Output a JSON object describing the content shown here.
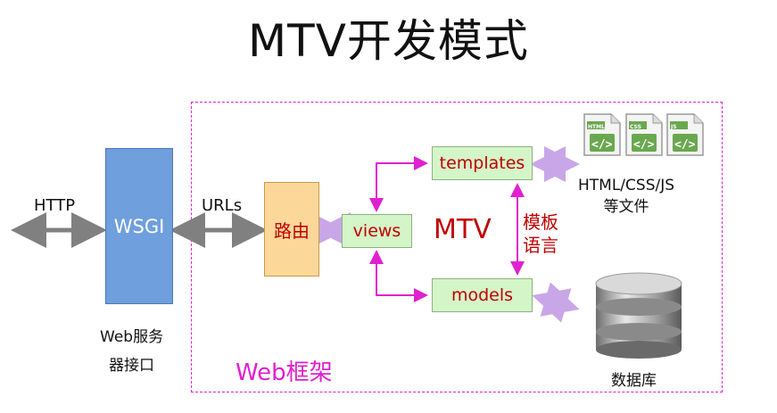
{
  "title": "MTV开发模式",
  "framework_label": "Web框架",
  "nodes": {
    "wsgi": "WSGI",
    "router": "路由",
    "views": "views",
    "templates": "templates",
    "models": "models"
  },
  "labels": {
    "http": "HTTP",
    "urls": "URLs",
    "mtv": "MTV",
    "template_language_line1": "模板",
    "template_language_line2": "语言",
    "web_server_line1": "Web服务",
    "web_server_line2": "器接口",
    "static_files_line1": "HTML/CSS/JS",
    "static_files_line2": "等文件",
    "database": "数据库"
  },
  "file_icons": [
    "HTML",
    "CSS",
    "JS"
  ],
  "icons": {
    "file_icon_glyph": "</>",
    "database_icon": "database-icon"
  },
  "colors": {
    "framework": "#e020d0",
    "wsgi": "#6f9fdc",
    "router": "#fcd79a",
    "component": "#d4f5c8",
    "component_text": "#c00000",
    "gray_arrow": "#808080",
    "lavender_arrow": "#c9a6e8",
    "magenta_arrow": "#e020d0",
    "file_icon_green": "#6aa84f"
  }
}
